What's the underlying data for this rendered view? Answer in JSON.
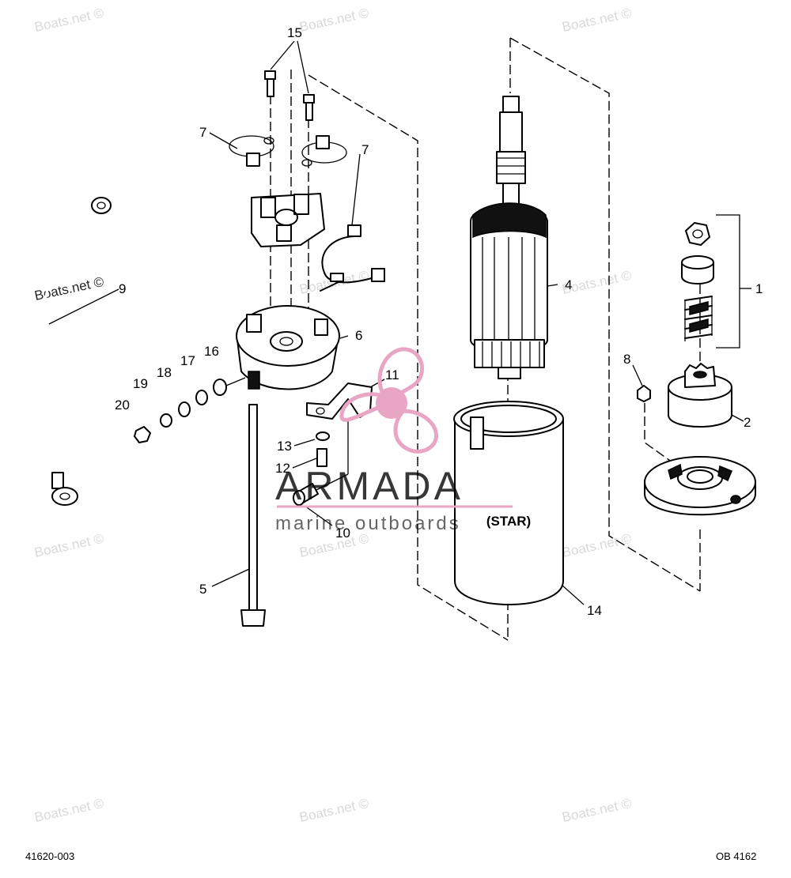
{
  "part_labels": [
    {
      "id": "p1",
      "text": "1"
    },
    {
      "id": "p2",
      "text": "2"
    },
    {
      "id": "p4",
      "text": "4"
    },
    {
      "id": "p5",
      "text": "5"
    },
    {
      "id": "p6",
      "text": "6"
    },
    {
      "id": "p7a",
      "text": "7"
    },
    {
      "id": "p7b",
      "text": "7"
    },
    {
      "id": "p8",
      "text": "8"
    },
    {
      "id": "p9",
      "text": "9"
    },
    {
      "id": "p10",
      "text": "10"
    },
    {
      "id": "p11",
      "text": "11"
    },
    {
      "id": "p12",
      "text": "12"
    },
    {
      "id": "p13",
      "text": "13"
    },
    {
      "id": "p14",
      "text": "14"
    },
    {
      "id": "p15",
      "text": "15"
    },
    {
      "id": "p16",
      "text": "16"
    },
    {
      "id": "p17",
      "text": "17"
    },
    {
      "id": "p18",
      "text": "18"
    },
    {
      "id": "p19",
      "text": "19"
    },
    {
      "id": "p20",
      "text": "20"
    }
  ],
  "housing_marking": "(STAR)",
  "watermark_text": "Boats.net ©",
  "logo": {
    "name": "ARMADA",
    "tagline": "marine outboards",
    "color": "#e8a6c4"
  },
  "footer": {
    "left": "41620-003",
    "right": "OB 4162"
  }
}
